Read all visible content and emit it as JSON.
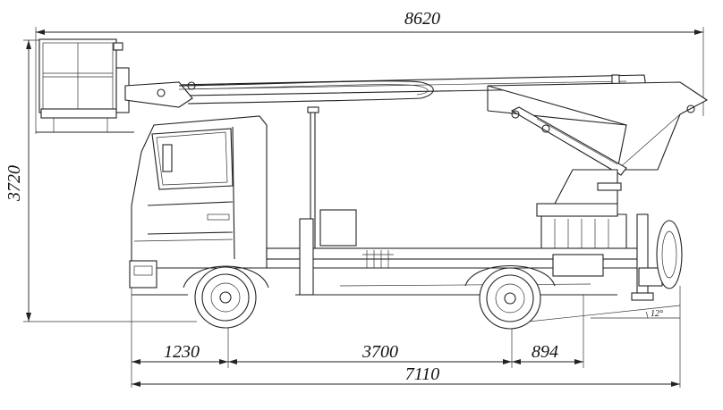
{
  "dimensions": {
    "overall_length": "8620",
    "overall_height": "3720",
    "front_overhang": "1230",
    "wheelbase": "3700",
    "rear_overhang": "894",
    "frame_length": "7110",
    "departure_angle": "12°"
  }
}
